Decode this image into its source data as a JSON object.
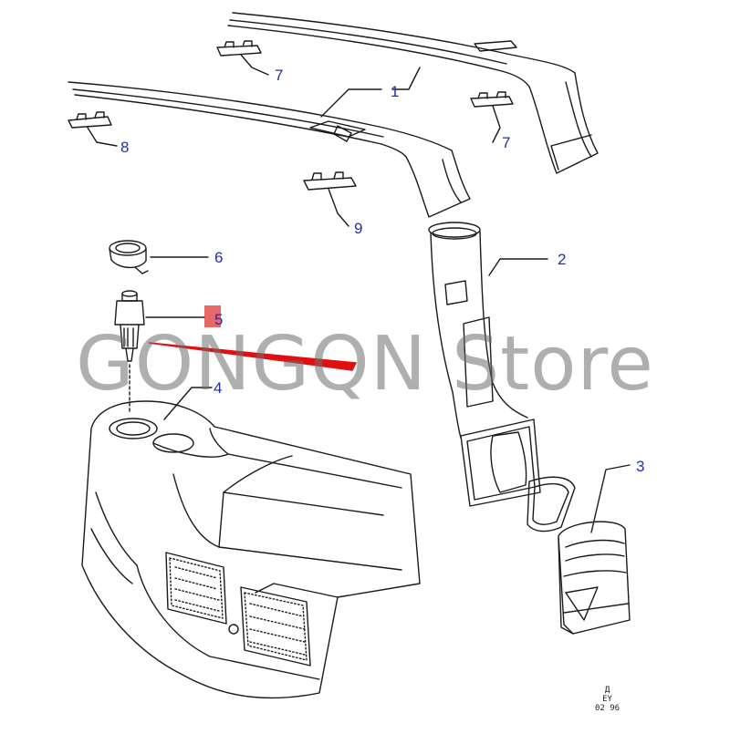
{
  "diagram": {
    "watermark": "GONGQN Store",
    "callouts": [
      "1",
      "2",
      "3",
      "4",
      "5",
      "6",
      "7",
      "7",
      "8",
      "9"
    ],
    "stamp": {
      "symbol": "Д",
      "line1": "EY",
      "line2": "02 96"
    },
    "colors": {
      "line": "#1a1a1a",
      "callout": "#1f2fb0",
      "highlight": "#e03030",
      "arrow": "#e01010"
    }
  }
}
